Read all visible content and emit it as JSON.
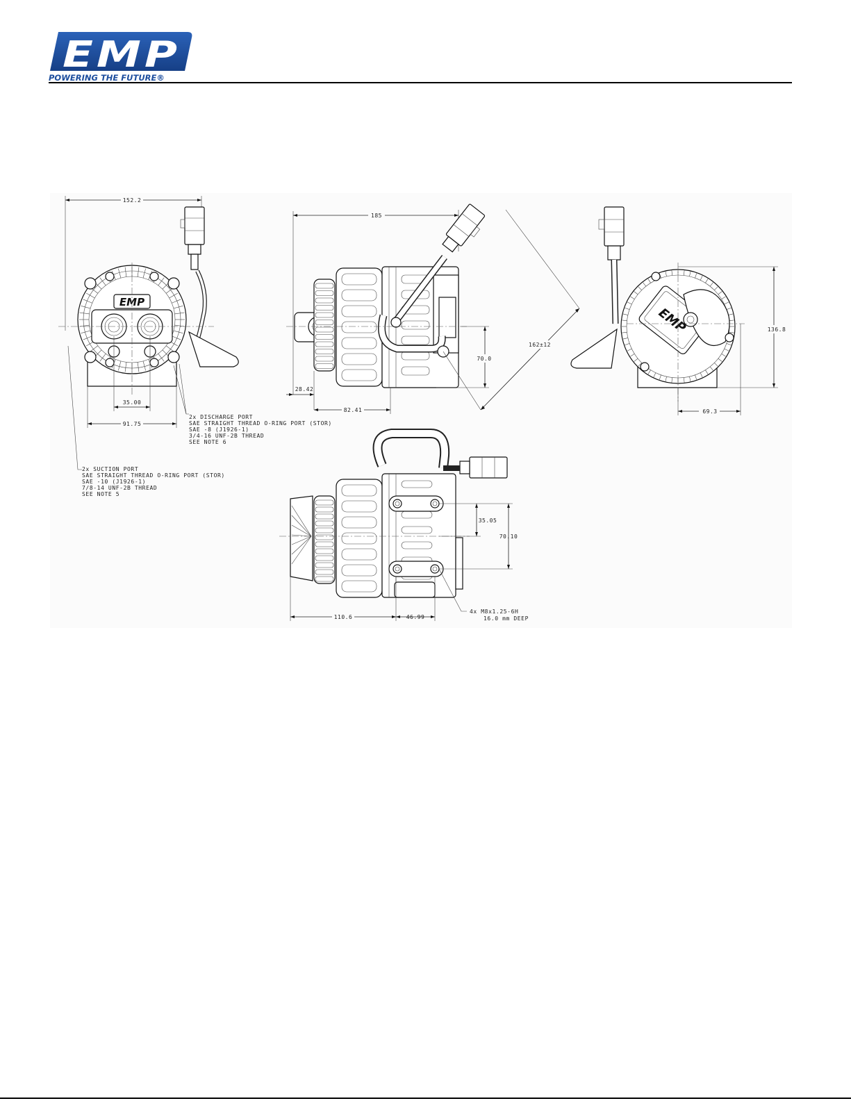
{
  "header": {
    "logo_text": "EMP",
    "tagline": "POWERING THE FUTURE®"
  },
  "colors": {
    "logo_blue": "#1d4e9e",
    "line": "#000000"
  },
  "drawing": {
    "front_view": {
      "dim_width": "152.2",
      "dim_port_spacing": "35.00",
      "dim_base": "91.75",
      "badge": "EMP"
    },
    "side_view": {
      "dim_length": "185",
      "dim_front": "28.42",
      "dim_offset": "82.41",
      "dim_height": "70.0",
      "dim_diagonal": "162±12"
    },
    "rear_view": {
      "dim_height": "136.8",
      "dim_offset": "69.3",
      "badge": "EMP"
    },
    "bottom_view": {
      "dim_hole_a": "35.05",
      "dim_hole_b": "70.10",
      "dim_rear": "110.6",
      "dim_hole_x": "46.99"
    },
    "discharge_note": [
      "2x DISCHARGE PORT",
      "SAE STRAIGHT THREAD O-RING PORT (STOR)",
      "SAE -8 (J1926-1)",
      "3/4-16 UNF-2B THREAD",
      "SEE NOTE 6"
    ],
    "suction_note": [
      "2x SUCTION PORT",
      "SAE STRAIGHT THREAD O-RING PORT (STOR)",
      "SAE -10 (J1926-1)",
      "7/8-14 UNF-2B THREAD",
      "SEE NOTE 5"
    ],
    "mount_note": [
      "4x M8x1.25-6H",
      "16.0 mm DEEP"
    ]
  }
}
